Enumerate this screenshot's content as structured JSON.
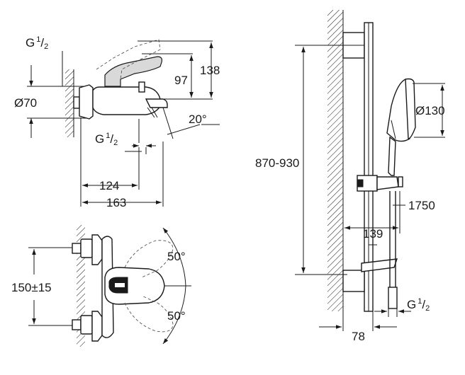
{
  "labels": {
    "thread_top": "G",
    "thread_top_frac_num": "1",
    "thread_top_frac_den": "2",
    "diameter_70": "Ø70",
    "dim_97": "97",
    "dim_138": "138",
    "thread_spout": "G",
    "thread_spout_frac_num": "1",
    "thread_spout_frac_den": "2",
    "angle_20": "20°",
    "dim_124": "124",
    "dim_163": "163",
    "angle_50_top": "50°",
    "angle_50_bottom": "50°",
    "dim_150": "150",
    "dim_150_tol": "±15",
    "dim_870_930": "870-930",
    "diameter_130": "Ø130",
    "dim_1750": "1750",
    "dim_139": "139",
    "dim_78": "78",
    "thread_hose": "G",
    "thread_hose_frac_num": "1",
    "thread_hose_frac_den": "2"
  }
}
